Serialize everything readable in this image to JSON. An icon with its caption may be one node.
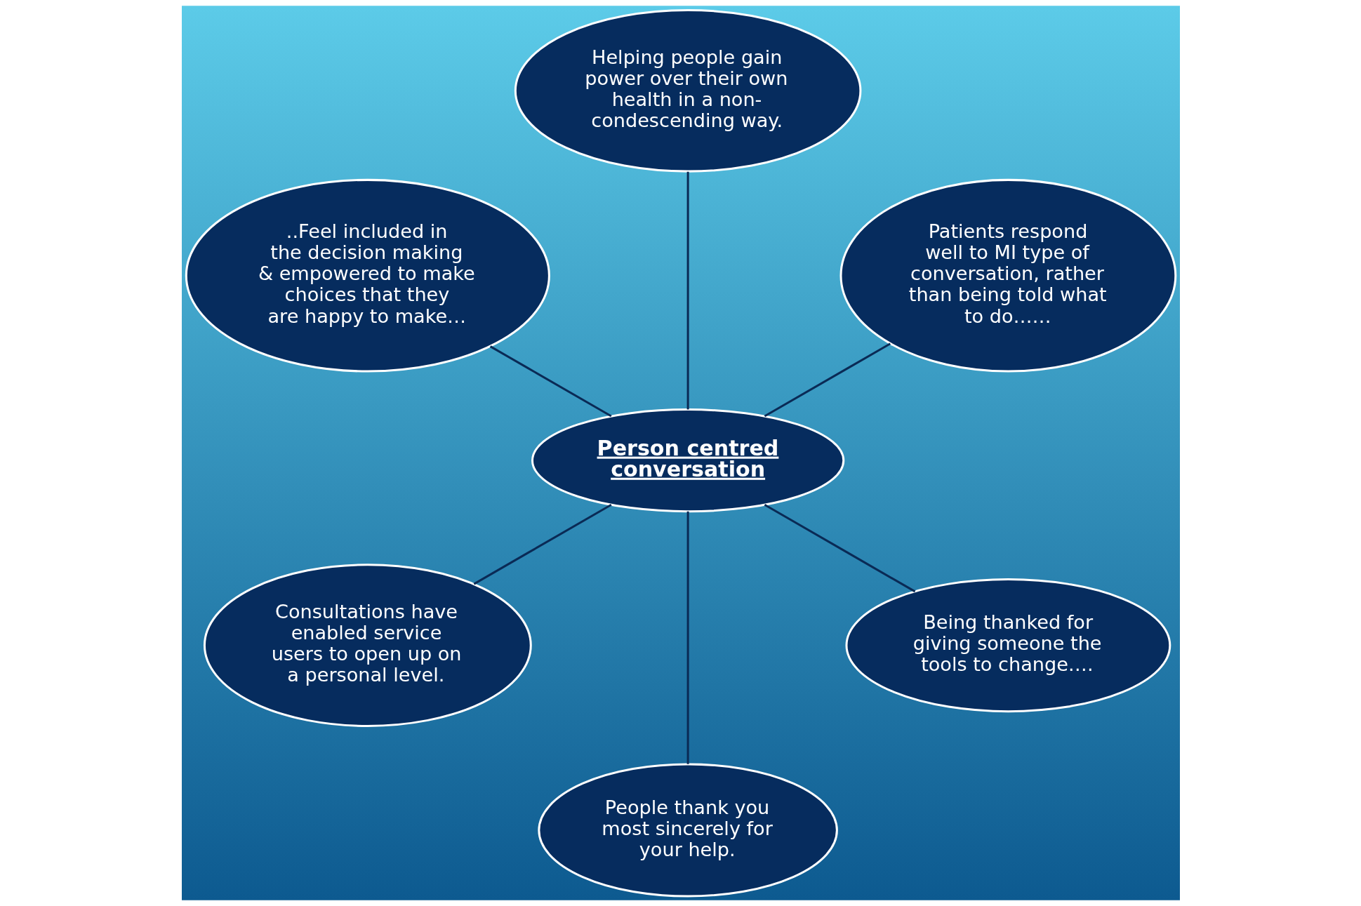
{
  "diagram": {
    "nodes": [
      {
        "text": [
          "Patients respond well to MI type of conversation, rather than being told what to do……"
        ]
      },
      {
        "text": [
          "Helping people gain power over their own health in a non-condescending way."
        ]
      },
      {
        "text": [
          "..Feel included in the decision making & empowered to make choices that they are happy to make…"
        ]
      },
      {
        "text": [
          "Person centred conversation"
        ]
      },
      {
        "text": [
          "Consultations have enabled service users to open up on a personal level."
        ]
      },
      {
        "text": [
          "People thank you most sincerely for your help."
        ]
      },
      {
        "text": [
          "Being thanked for giving someone the tools to change…."
        ]
      }
    ],
    "edges": [
      {
        "from": 3,
        "to": 0,
        "arrow": "none"
      },
      {
        "from": 3,
        "to": 1,
        "arrow": "none"
      },
      {
        "from": 3,
        "to": 2,
        "arrow": "none"
      },
      {
        "from": 3,
        "to": 4,
        "arrow": "none"
      },
      {
        "from": 3,
        "to": 5,
        "arrow": "none"
      },
      {
        "from": 3,
        "to": 6,
        "arrow": "none"
      }
    ]
  }
}
